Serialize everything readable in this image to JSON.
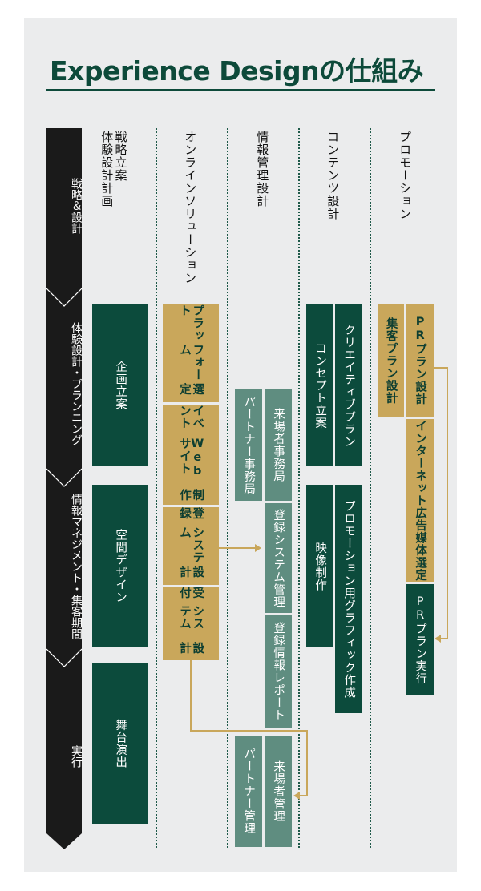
{
  "title": "Experience Designの仕組み",
  "phases": [
    "戦略＆設計",
    "体験設計・プランニング",
    "情報マネジメント・集客期間",
    "実行"
  ],
  "columns": {
    "strategy": {
      "lines": [
        "戦略立案",
        "体験設計計画"
      ]
    },
    "online": "オンラインソリューション",
    "info": "情報管理設計",
    "content": "コンテンツ設計",
    "promotion": "プロモーション"
  },
  "boxes": {
    "planning": "企画立案",
    "space_design": "空間デザイン",
    "stage": "舞台演出",
    "platform": [
      "プラット",
      "フォーム",
      "選定"
    ],
    "website": [
      "イベント",
      "Webサイト",
      "制作"
    ],
    "reg_system": [
      "登録",
      "システム",
      "設計"
    ],
    "reception_system": [
      "受付",
      "システム",
      "設計"
    ],
    "partner_office": "パートナー事務局",
    "visitor_office": "来場者事務局",
    "reg_mgmt": "登録システム管理",
    "reg_report": "登録情報レポート",
    "partner_mgmt": "パートナー管理",
    "visitor_mgmt": "来場者管理",
    "concept": "コンセプト立案",
    "creative": "クリエイティブプラン",
    "video": "映像制作",
    "graphics": "プロモーション用グラフィック作成",
    "attract_plan": "集客プラン設計",
    "pr_plan": "PRプラン設計",
    "ad_media": "インターネット広告媒体選定",
    "pr_exec": "PRプラン実行"
  },
  "colors": {
    "dark": "#0c4b3c",
    "gold": "#c9a75b",
    "teal": "#5f8d80",
    "phase": "#1a1a1a"
  }
}
